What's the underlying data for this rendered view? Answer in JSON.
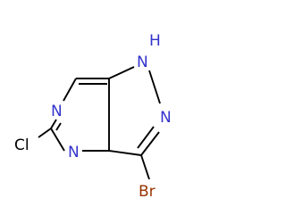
{
  "molecule": {
    "atoms": {
      "N_top": {
        "symbol": "N",
        "color": "#3333cc"
      },
      "N_bottom": {
        "symbol": "N",
        "color": "#3333cc"
      },
      "N_pyrazole": {
        "symbol": "N",
        "color": "#3333cc"
      },
      "NH": {
        "symbol": "H",
        "color": "#3333cc"
      },
      "NH_N": {
        "symbol": "N",
        "color": "#3333cc"
      },
      "Cl": {
        "symbol": "Cl",
        "color": "#000000"
      },
      "Br": {
        "symbol": "Br",
        "color": "#993300"
      }
    }
  }
}
